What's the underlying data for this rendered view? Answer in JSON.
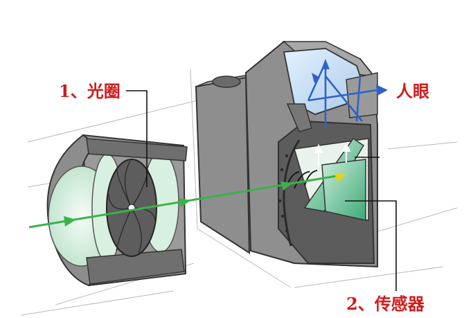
{
  "labels": {
    "aperture": "1、光圈",
    "eye": "人眼",
    "sensor": "2、传感器"
  },
  "colors": {
    "label_red": "#d21a1a",
    "light_path_green": "#3bb24a",
    "viewfinder_blue": "#2f62c8",
    "body_gray": "#8e8e8e",
    "lens_glass": "#d6efdf",
    "sensor_green": "#5fb88c"
  },
  "icons": {
    "light_arrow": "green-arrow-icon",
    "viewfinder_arrow": "blue-arrow-icon"
  }
}
